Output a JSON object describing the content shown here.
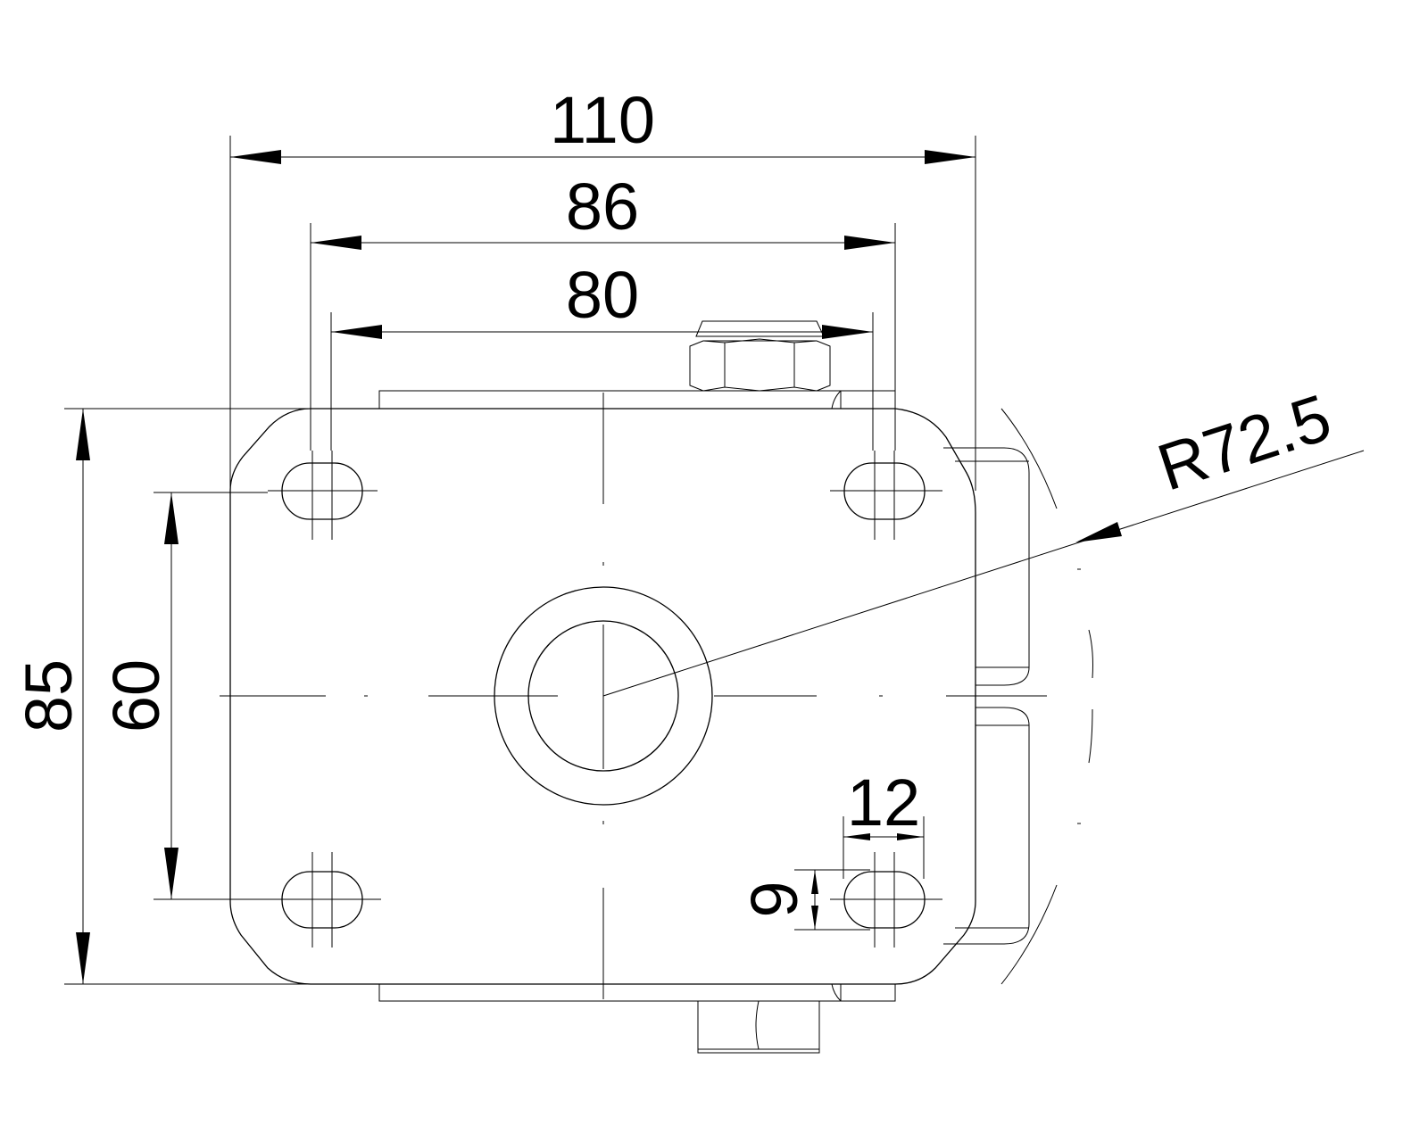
{
  "drawing": {
    "dimensions": {
      "overall_width": "110",
      "slot_outer_span": "86",
      "slot_center_span": "80",
      "overall_height": "85",
      "slot_vertical_span": "60",
      "slot_length": "12",
      "slot_width": "9",
      "radius": "R72.5"
    }
  }
}
